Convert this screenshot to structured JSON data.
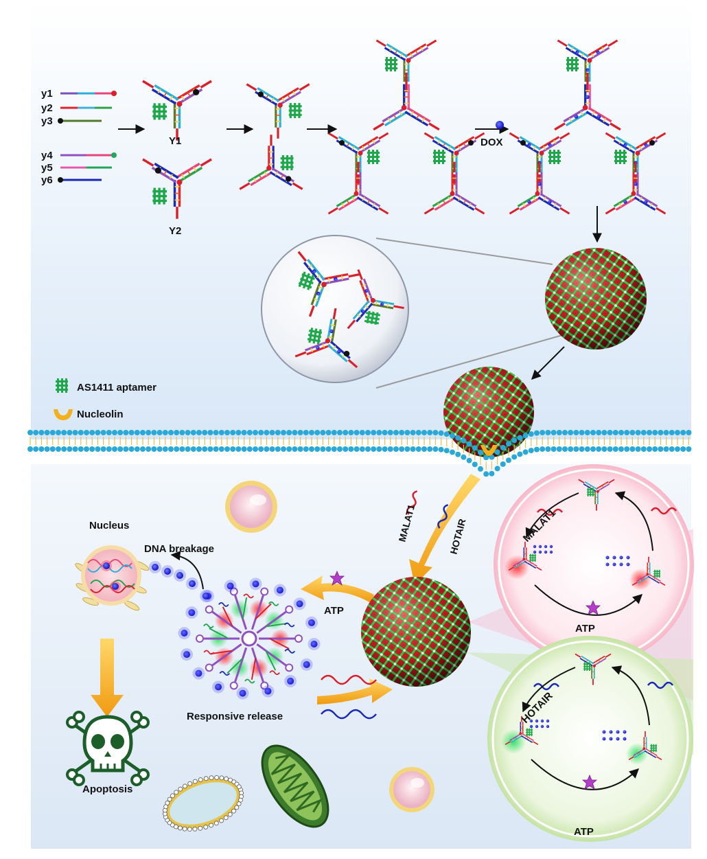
{
  "strand_labels": [
    "y1",
    "y2",
    "y3",
    "y4",
    "y5",
    "y6"
  ],
  "strand_colors": {
    "y1": [
      "#7b4fbf",
      "#2ab0d8",
      "#e8447a"
    ],
    "y2": [
      "#e0242a",
      "#3fb0d8",
      "#2aa24a"
    ],
    "y3": [
      "#4e7a2c"
    ],
    "y4": [
      "#9050c0",
      "#e8447a"
    ],
    "y5": [
      "#e85aa8",
      "#22a65a"
    ],
    "y6": [
      "#1a2ab8"
    ]
  },
  "assembly": {
    "y1_label": "Y1",
    "y2_label": "Y2",
    "dox_label": "DOX"
  },
  "legend": {
    "aptamer_label": "AS1411 aptamer",
    "nucleolin_label": "Nucleolin"
  },
  "cell": {
    "nucleus_label": "Nucleus",
    "dna_breakage_label": "DNA breakage",
    "apoptosis_label": "Apoptosis",
    "release_label": "Responsive release",
    "atp_label": "ATP",
    "malat1_label": "MALAT1",
    "hotair_label": "HOTAIR"
  },
  "cycles": {
    "pink": {
      "rna_label": "MALAT1",
      "atp_label": "ATP"
    },
    "green": {
      "rna_label": "HOTAIR",
      "atp_label": "ATP"
    }
  },
  "colors": {
    "dox": "#2a2ae0",
    "aptamer": "#1fa84a",
    "red_strand": "#d9202a",
    "blue_strand": "#1a2ab8",
    "membrane_head": "#2aa8d8",
    "nucleolin": "#f2b11c",
    "arrow_gold": "#f6b81c",
    "atp": "#b23ec8"
  }
}
